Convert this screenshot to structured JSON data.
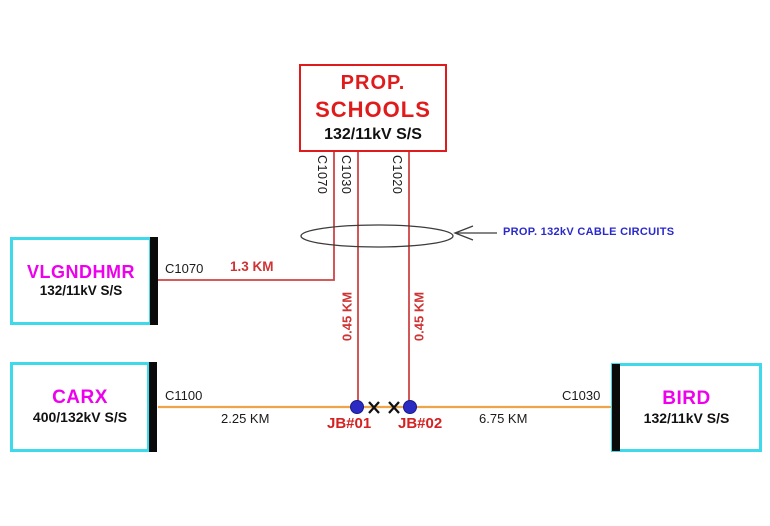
{
  "diagram": {
    "proposed_substation": {
      "line1": "PROP.",
      "line2": "SCHOOLS",
      "line3": "132/11kV S/S"
    },
    "substations": {
      "vlgndhmr": {
        "name": "VLGNDHMR",
        "voltage": "132/11kV S/S"
      },
      "carx": {
        "name": "CARX",
        "voltage": "400/132kV S/S"
      },
      "bird": {
        "name": "BIRD",
        "voltage": "132/11kV S/S"
      }
    },
    "cable_tags": {
      "top_c1070": "C1070",
      "top_c1030": "C1030",
      "top_c1020": "C1020",
      "left_c1070": "C1070",
      "bottom_c1100": "C1100",
      "bottom_c1030": "C1030"
    },
    "distances": {
      "vlgndhmr_link": "1.3 KM",
      "jb01_riser": "0.45 KM",
      "jb02_riser": "0.45 KM",
      "carx_link": "2.25 KM",
      "bird_link": "6.75 KM"
    },
    "junction_boxes": {
      "jb01": "JB#01",
      "jb02": "JB#02"
    },
    "annotation": "PROP. 132kV CABLE CIRCUITS",
    "colors": {
      "red_box": "#e01b1b",
      "red_cable": "#cf4444",
      "cyan_border": "#3fd9ec",
      "magenta_name": "#ee00ee",
      "orange_cable": "#f0a449",
      "blue_junction": "#2b2bc4",
      "blue_annotation": "#2929cc",
      "busbar_black": "#0a0a0a"
    }
  }
}
